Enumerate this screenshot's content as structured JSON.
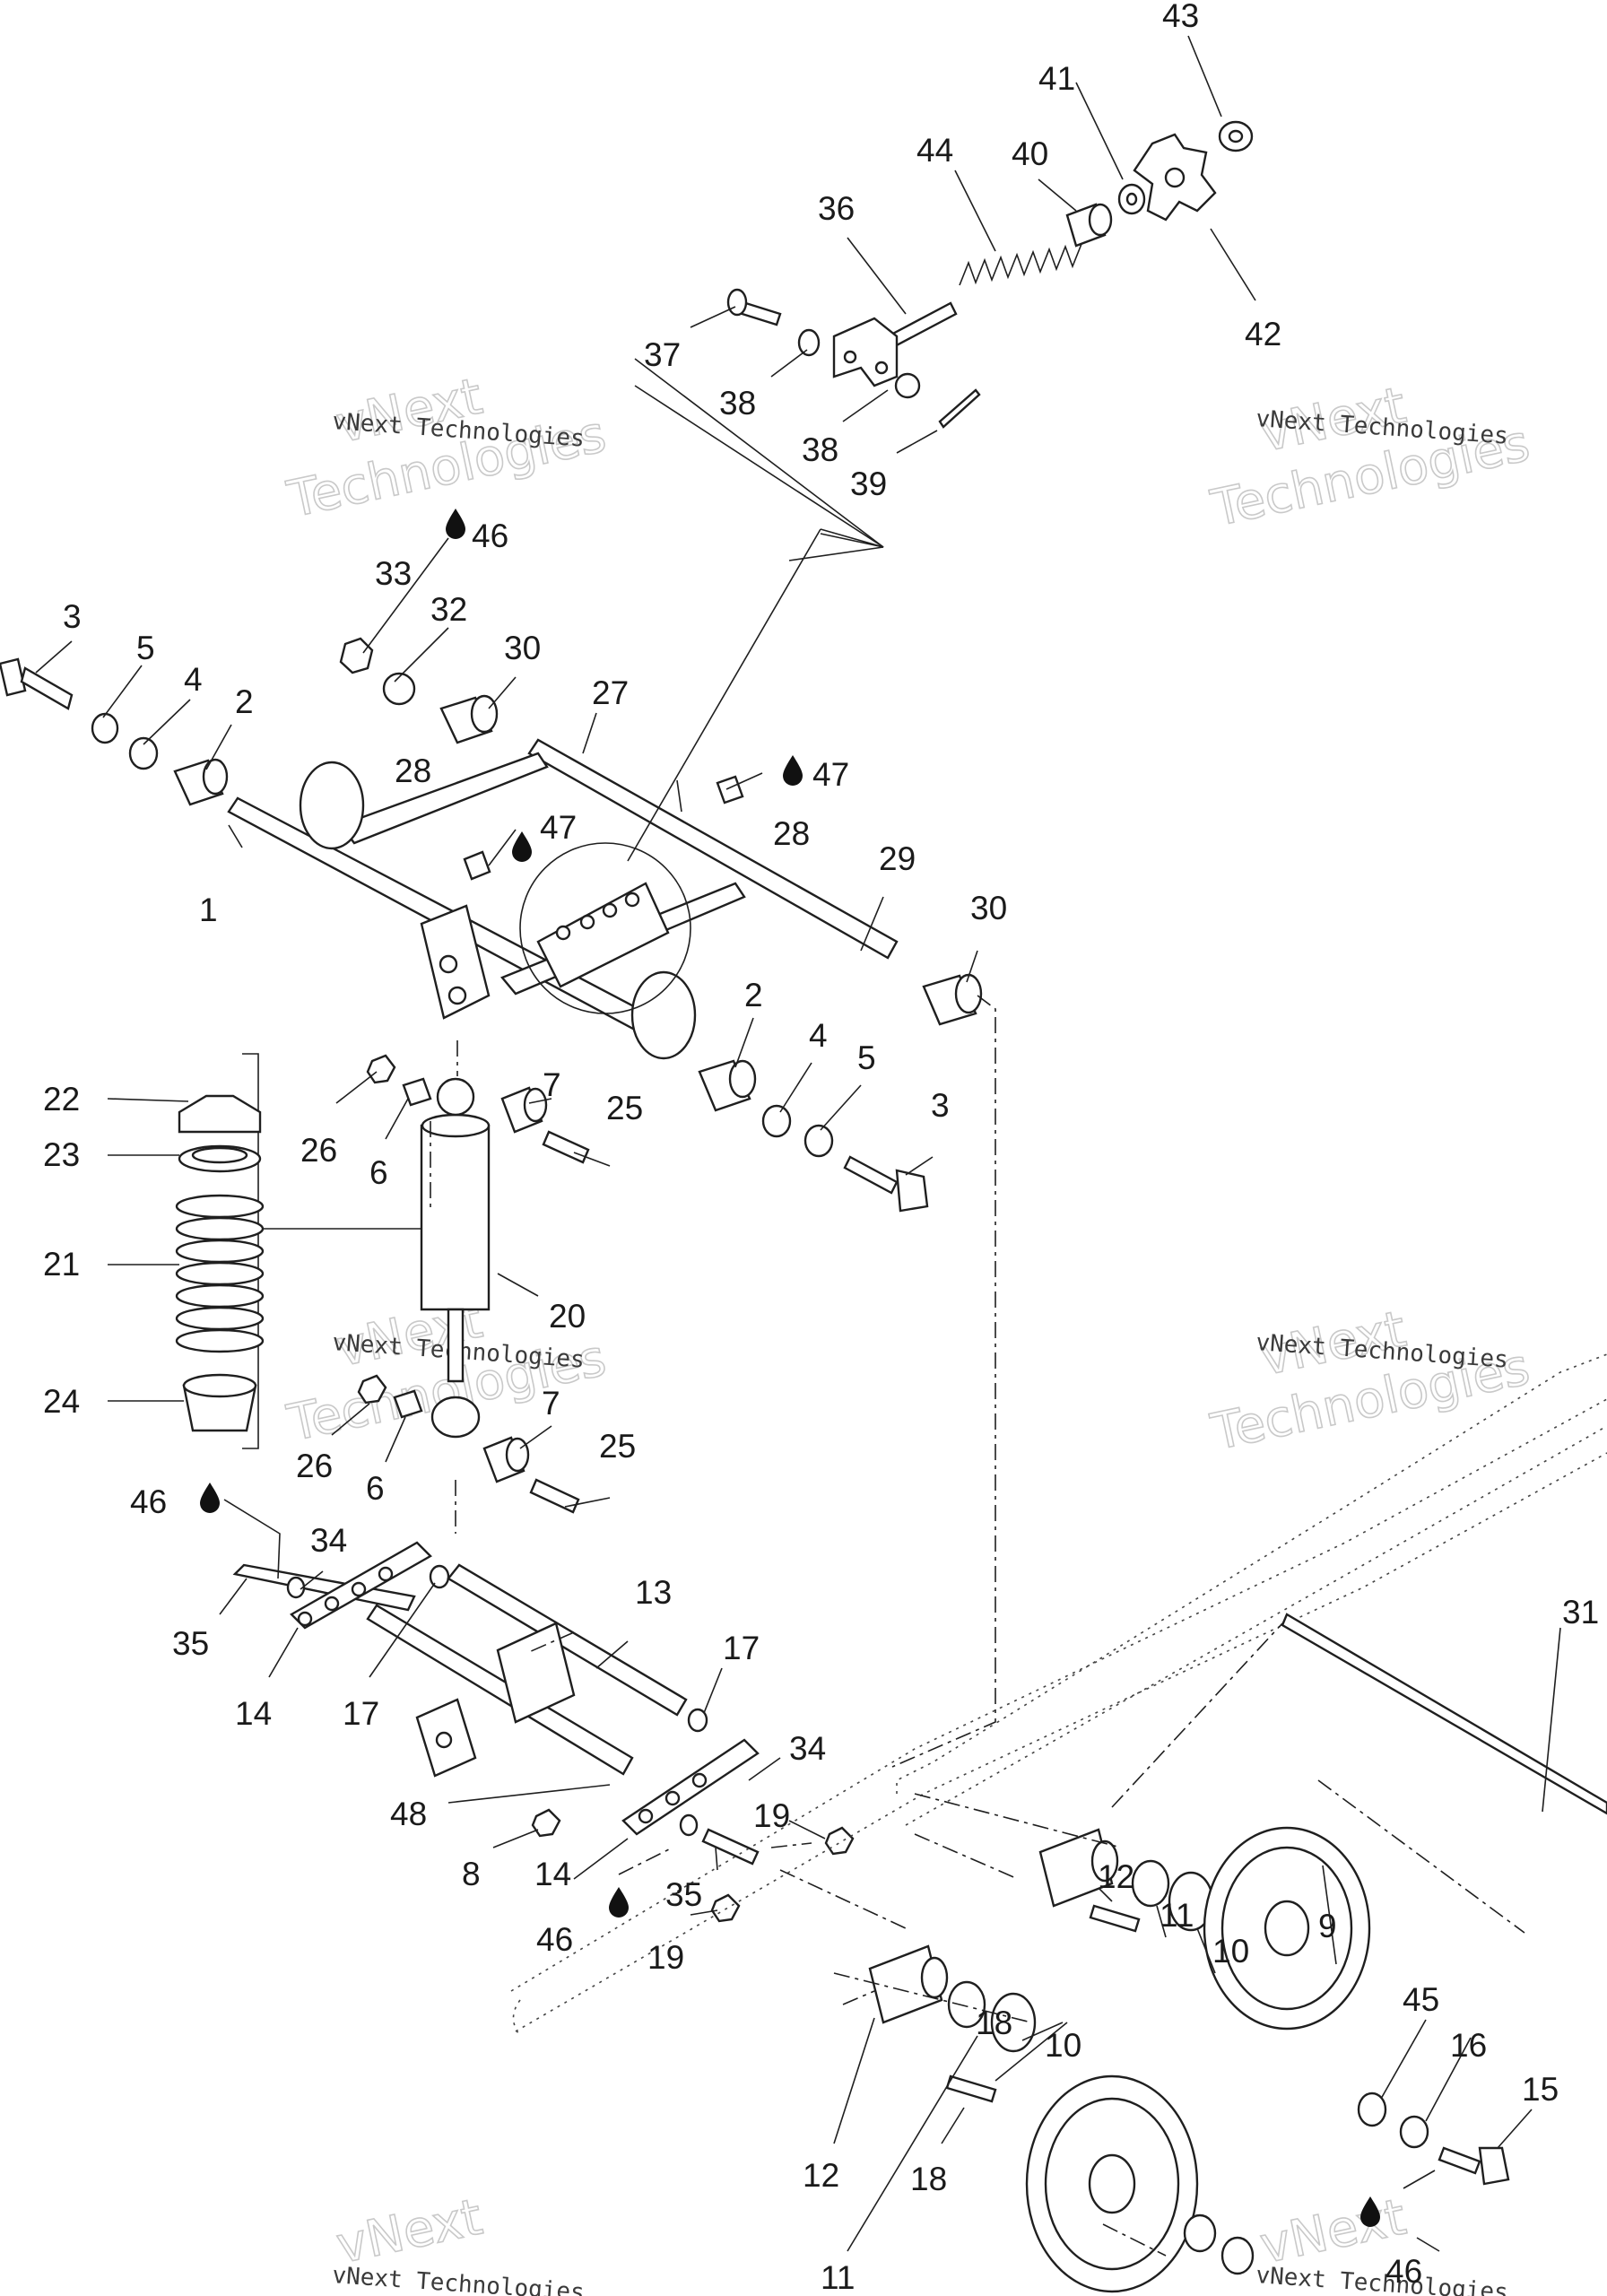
{
  "callouts": [
    {
      "id": "c43a",
      "text": "43"
    },
    {
      "id": "c41",
      "text": "41"
    },
    {
      "id": "c44",
      "text": "44"
    },
    {
      "id": "c40",
      "text": "40"
    },
    {
      "id": "c36",
      "text": "36"
    },
    {
      "id": "c37",
      "text": "37"
    },
    {
      "id": "c38a",
      "text": "38"
    },
    {
      "id": "c38b",
      "text": "38"
    },
    {
      "id": "c39",
      "text": "39"
    },
    {
      "id": "c42",
      "text": "42"
    },
    {
      "id": "c46a",
      "text": "46"
    },
    {
      "id": "c33",
      "text": "33"
    },
    {
      "id": "c32",
      "text": "32"
    },
    {
      "id": "c30a",
      "text": "30"
    },
    {
      "id": "c3a",
      "text": "3"
    },
    {
      "id": "c5a",
      "text": "5"
    },
    {
      "id": "c4a",
      "text": "4"
    },
    {
      "id": "c2a",
      "text": "2"
    },
    {
      "id": "c27",
      "text": "27"
    },
    {
      "id": "c47a",
      "text": "47"
    },
    {
      "id": "c28a",
      "text": "28"
    },
    {
      "id": "c47b",
      "text": "47"
    },
    {
      "id": "c28b",
      "text": "28"
    },
    {
      "id": "c1",
      "text": "1"
    },
    {
      "id": "c29",
      "text": "29"
    },
    {
      "id": "c30b",
      "text": "30"
    },
    {
      "id": "c2b",
      "text": "2"
    },
    {
      "id": "c4b",
      "text": "4"
    },
    {
      "id": "c5b",
      "text": "5"
    },
    {
      "id": "c3b",
      "text": "3"
    },
    {
      "id": "c22",
      "text": "22"
    },
    {
      "id": "c23",
      "text": "23"
    },
    {
      "id": "c21",
      "text": "21"
    },
    {
      "id": "c24",
      "text": "24"
    },
    {
      "id": "c26a",
      "text": "26"
    },
    {
      "id": "c6a",
      "text": "6"
    },
    {
      "id": "c7a",
      "text": "7"
    },
    {
      "id": "c25a",
      "text": "25"
    },
    {
      "id": "c20",
      "text": "20"
    },
    {
      "id": "c26b",
      "text": "26"
    },
    {
      "id": "c6b",
      "text": "6"
    },
    {
      "id": "c7b",
      "text": "7"
    },
    {
      "id": "c25b",
      "text": "25"
    },
    {
      "id": "c46b",
      "text": "46"
    },
    {
      "id": "c34a",
      "text": "34"
    },
    {
      "id": "c35a",
      "text": "35"
    },
    {
      "id": "c14a",
      "text": "14"
    },
    {
      "id": "c17a",
      "text": "17"
    },
    {
      "id": "c13",
      "text": "13"
    },
    {
      "id": "c17b",
      "text": "17"
    },
    {
      "id": "c34b",
      "text": "34"
    },
    {
      "id": "c48",
      "text": "48"
    },
    {
      "id": "c8",
      "text": "8"
    },
    {
      "id": "c14b",
      "text": "14"
    },
    {
      "id": "c19a",
      "text": "19"
    },
    {
      "id": "c35b",
      "text": "35"
    },
    {
      "id": "c46c",
      "text": "46"
    },
    {
      "id": "c19b",
      "text": "19"
    },
    {
      "id": "c12a",
      "text": "12"
    },
    {
      "id": "c11a",
      "text": "11"
    },
    {
      "id": "c10a",
      "text": "10"
    },
    {
      "id": "c9",
      "text": "9"
    },
    {
      "id": "c31",
      "text": "31"
    },
    {
      "id": "c18a",
      "text": "18"
    },
    {
      "id": "c10b",
      "text": "10"
    },
    {
      "id": "c45",
      "text": "45"
    },
    {
      "id": "c16",
      "text": "16"
    },
    {
      "id": "c15",
      "text": "15"
    },
    {
      "id": "c12b",
      "text": "12"
    },
    {
      "id": "c18b",
      "text": "18"
    },
    {
      "id": "c11b",
      "text": "11"
    },
    {
      "id": "c46d",
      "text": "46"
    }
  ],
  "watermark": {
    "brand": "vNext Technologies",
    "word_top": "vNext",
    "word_bottom": "Technologies"
  },
  "icons": {
    "lubricant_drop": "oil-drop-icon"
  }
}
